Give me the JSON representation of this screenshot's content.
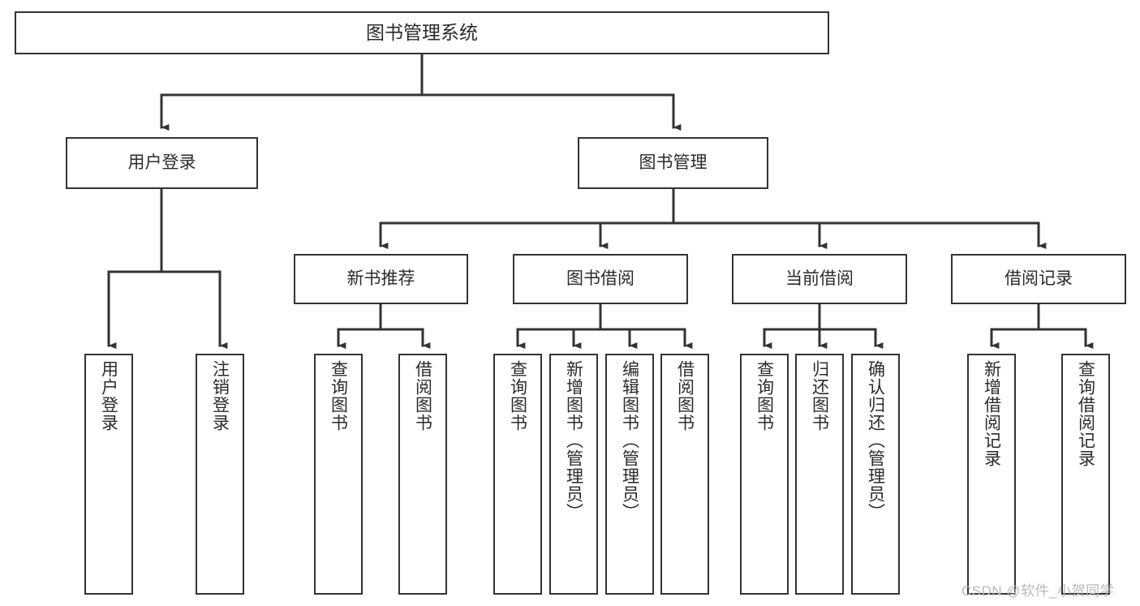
{
  "diagram": {
    "title": "图书管理系统",
    "type": "hierarchy-tree",
    "colors": {
      "box_border": "#333333",
      "box_fill": "#ffffff",
      "connector": "#333333",
      "text": "#2b2b2b",
      "watermark": "#b9b9b9"
    },
    "nodes": {
      "root": {
        "label": "图书管理系统"
      },
      "level2": [
        {
          "id": "user-login",
          "label": "用户登录"
        },
        {
          "id": "book-manage",
          "label": "图书管理"
        }
      ],
      "level3": [
        {
          "id": "new-book-recommend",
          "label": "新书推荐"
        },
        {
          "id": "book-borrow",
          "label": "图书借阅"
        },
        {
          "id": "current-borrow",
          "label": "当前借阅"
        },
        {
          "id": "borrow-record",
          "label": "借阅记录"
        }
      ],
      "leaves": {
        "user-login": [
          {
            "id": "leaf-user-login",
            "label": "用户登录"
          },
          {
            "id": "leaf-logout-login",
            "label": "注销登录"
          }
        ],
        "new-book-recommend": [
          {
            "id": "leaf-query-book-1",
            "label": "查询图书"
          },
          {
            "id": "leaf-borrow-book-1",
            "label": "借阅图书"
          }
        ],
        "book-borrow": [
          {
            "id": "leaf-query-book-2",
            "label": "查询图书"
          },
          {
            "id": "leaf-add-book",
            "label": "新增图书（管理员）"
          },
          {
            "id": "leaf-edit-book",
            "label": "编辑图书（管理员）"
          },
          {
            "id": "leaf-borrow-book-2",
            "label": "借阅图书"
          }
        ],
        "current-borrow": [
          {
            "id": "leaf-query-book-3",
            "label": "查询图书"
          },
          {
            "id": "leaf-return-book",
            "label": "归还图书"
          },
          {
            "id": "leaf-confirm-return",
            "label": "确认归还（管理员）"
          }
        ],
        "borrow-record": [
          {
            "id": "leaf-add-record",
            "label": "新增借阅记录"
          },
          {
            "id": "leaf-query-record",
            "label": "查询借阅记录"
          }
        ]
      }
    },
    "watermark": "CSDN @软件_小贺同学"
  }
}
